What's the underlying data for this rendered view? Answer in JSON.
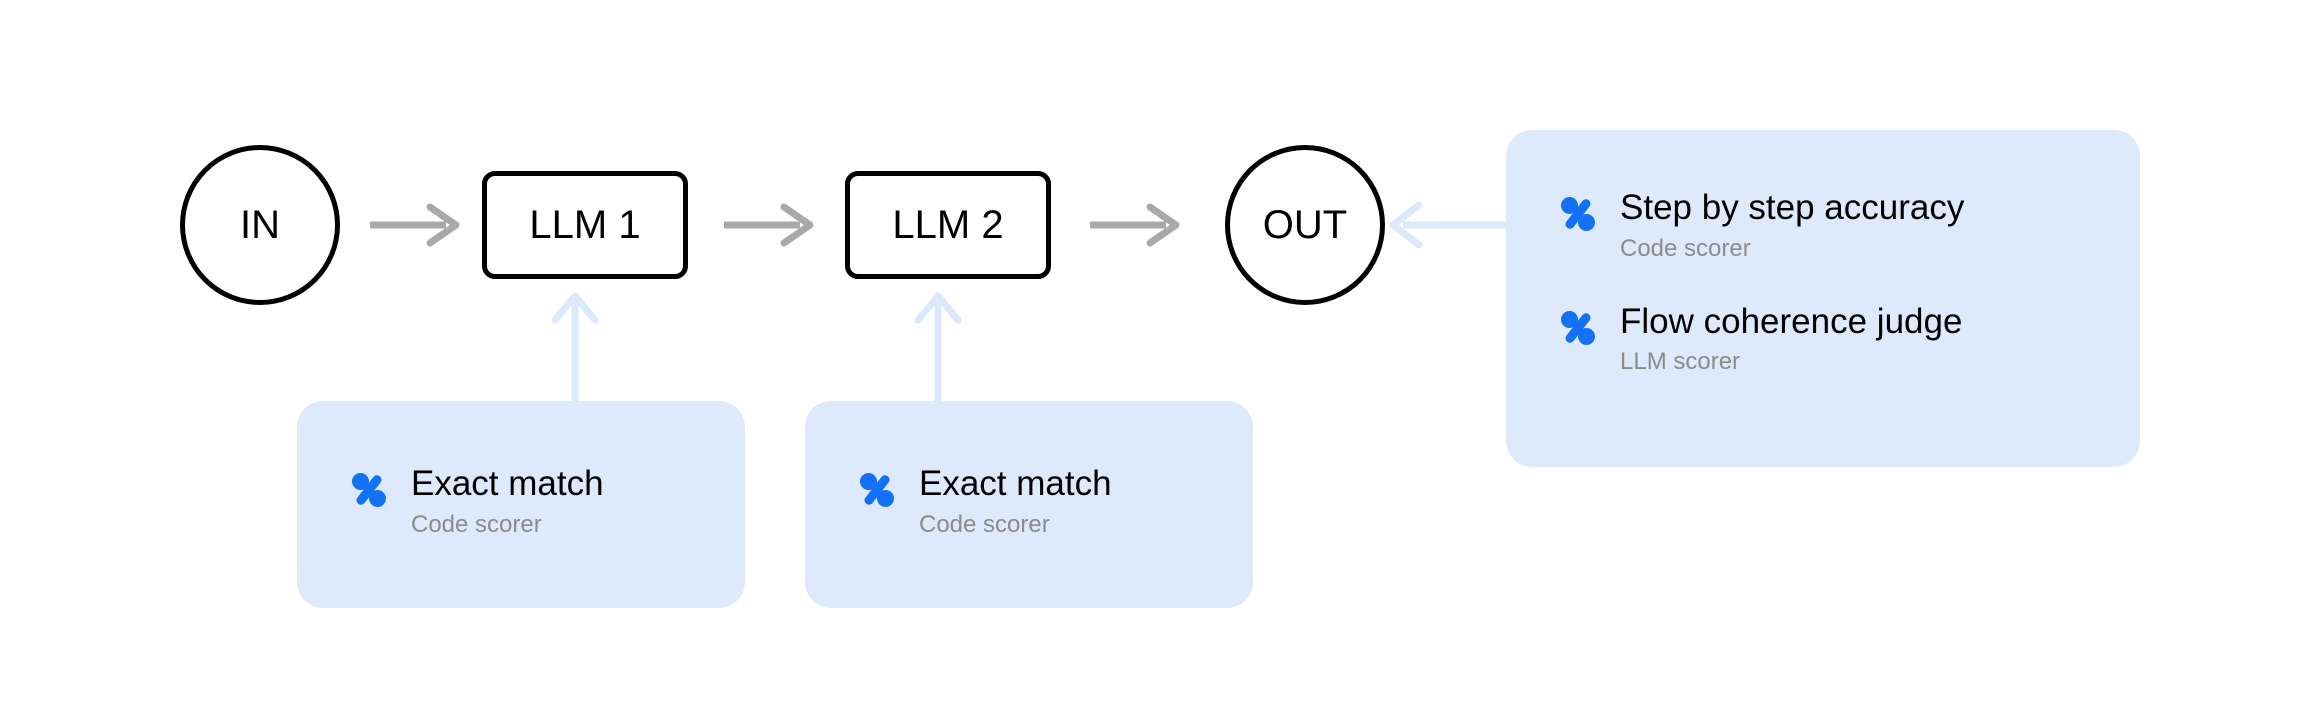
{
  "diagram": {
    "type": "evaluation-pipeline",
    "nodes": [
      {
        "id": "in",
        "shape": "circle",
        "label": "IN"
      },
      {
        "id": "llm1",
        "shape": "box",
        "label": "LLM 1"
      },
      {
        "id": "llm2",
        "shape": "box",
        "label": "LLM 2"
      },
      {
        "id": "out",
        "shape": "circle",
        "label": "OUT"
      }
    ],
    "edges": [
      {
        "from": "in",
        "to": "llm1",
        "style": "gray-arrow",
        "direction": "right"
      },
      {
        "from": "llm1",
        "to": "llm2",
        "style": "gray-arrow",
        "direction": "right"
      },
      {
        "from": "llm2",
        "to": "out",
        "style": "gray-arrow",
        "direction": "right"
      },
      {
        "from": "card-llm1",
        "to": "llm1",
        "style": "blue-arrow",
        "direction": "up"
      },
      {
        "from": "card-llm2",
        "to": "llm2",
        "style": "blue-arrow",
        "direction": "up"
      },
      {
        "from": "card-out",
        "to": "out",
        "style": "blue-arrow",
        "direction": "left"
      }
    ]
  },
  "colors": {
    "card_background": "#dfe9fc",
    "icon_blue": "#1271f5",
    "arrow_gray": "#a9a9a9",
    "arrow_blue": "#dce8fb",
    "node_stroke": "#000000",
    "subtitle_gray": "#8b8b8b"
  },
  "cards": {
    "llm1": {
      "attached_to": "LLM 1",
      "scorers": [
        {
          "icon": "percent-icon",
          "title": "Exact match",
          "subtitle": "Code scorer"
        }
      ]
    },
    "llm2": {
      "attached_to": "LLM 2",
      "scorers": [
        {
          "icon": "percent-icon",
          "title": "Exact match",
          "subtitle": "Code scorer"
        }
      ]
    },
    "out": {
      "attached_to": "OUT",
      "scorers": [
        {
          "icon": "percent-icon",
          "title": "Step by step accuracy",
          "subtitle": "Code scorer"
        },
        {
          "icon": "percent-icon",
          "title": "Flow coherence judge",
          "subtitle": "LLM scorer"
        }
      ]
    }
  }
}
